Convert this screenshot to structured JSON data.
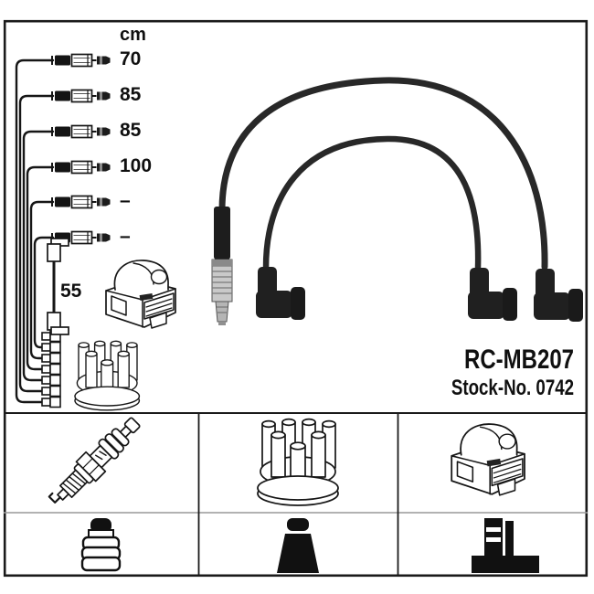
{
  "product": {
    "model": "RC-MB207",
    "stock_no": "Stock-No. 0742"
  },
  "length_table": {
    "unit_header": "cm",
    "cable_lengths": [
      "70",
      "85",
      "85",
      "100",
      "–",
      "–"
    ],
    "coil_wire_length": "55"
  },
  "kit_grid_icons": {
    "top_row": [
      "spark-plug",
      "distributor-cap",
      "ignition-coil"
    ],
    "bottom_row": [
      "spark-plug-boot",
      "distributor-boot",
      "coil-boot"
    ]
  },
  "colors": {
    "line_art": "#161616",
    "photo_cable": "#232323",
    "background": "#ffffff",
    "divider_light": "#999999"
  }
}
